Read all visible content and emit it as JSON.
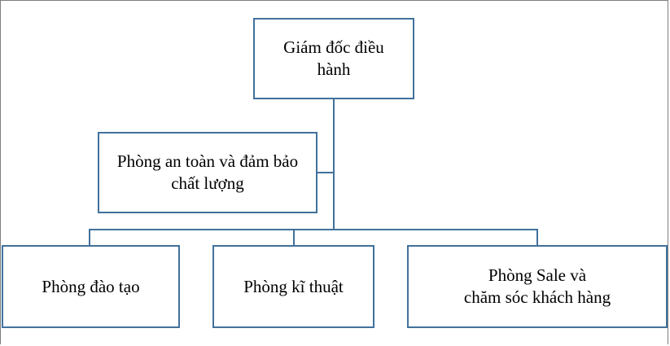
{
  "diagram": {
    "nodes": {
      "ceo": {
        "line1": "Giám đốc điều",
        "line2": "hành"
      },
      "qa": {
        "line1": "Phòng an toàn và đảm bảo",
        "line2": "chất lượng"
      },
      "training": {
        "line1": "Phòng đào tạo"
      },
      "technical": {
        "line1": "Phòng kĩ thuật"
      },
      "sales": {
        "line1": "Phòng Sale và",
        "line2": "chăm sóc khách hàng"
      }
    },
    "colors": {
      "box_border": "#41719c",
      "connector": "#41719c",
      "frame": "#7f7f7f"
    }
  }
}
